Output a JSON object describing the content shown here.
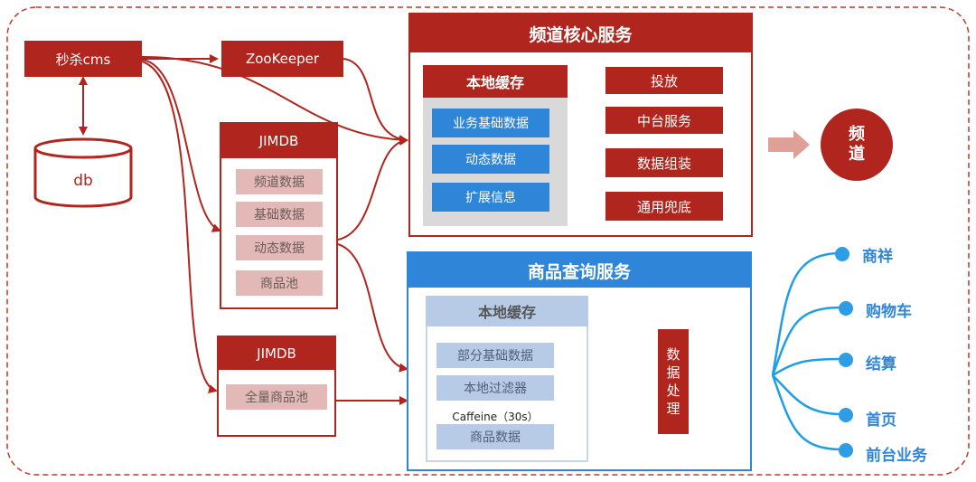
{
  "cms": {
    "label": "秒杀cms"
  },
  "db": {
    "label": "db"
  },
  "zookeeper": {
    "label": "ZooKeeper"
  },
  "jimdb1": {
    "title": "JIMDB",
    "items": [
      "频道数据",
      "基础数据",
      "动态数据",
      "商品池"
    ]
  },
  "jimdb2": {
    "title": "JIMDB",
    "items": [
      "全量商品池"
    ]
  },
  "channel_service": {
    "title": "频道核心服务",
    "cache": {
      "title": "本地缓存",
      "items": [
        "业务基础数据",
        "动态数据",
        "扩展信息"
      ]
    },
    "ops": [
      "投放",
      "中台服务",
      "数据组装",
      "通用兜底"
    ]
  },
  "channel": {
    "label": "频道"
  },
  "product_service": {
    "title": "商品查询服务",
    "cache": {
      "title": "本地缓存",
      "items": [
        "部分基础数据",
        "本地过滤器",
        "商品数据"
      ],
      "note": "Caffeine（30s）"
    },
    "processing": "数据处理"
  },
  "consumers": [
    "商祥",
    "购物车",
    "结算",
    "首页",
    "前台业务"
  ],
  "colors": {
    "red": "#b0251d",
    "pink": "#e2b9b6",
    "blue": "#2f86d8",
    "light_blue": "#b8cbe6",
    "consumer_blue": "#1f9ee8"
  }
}
